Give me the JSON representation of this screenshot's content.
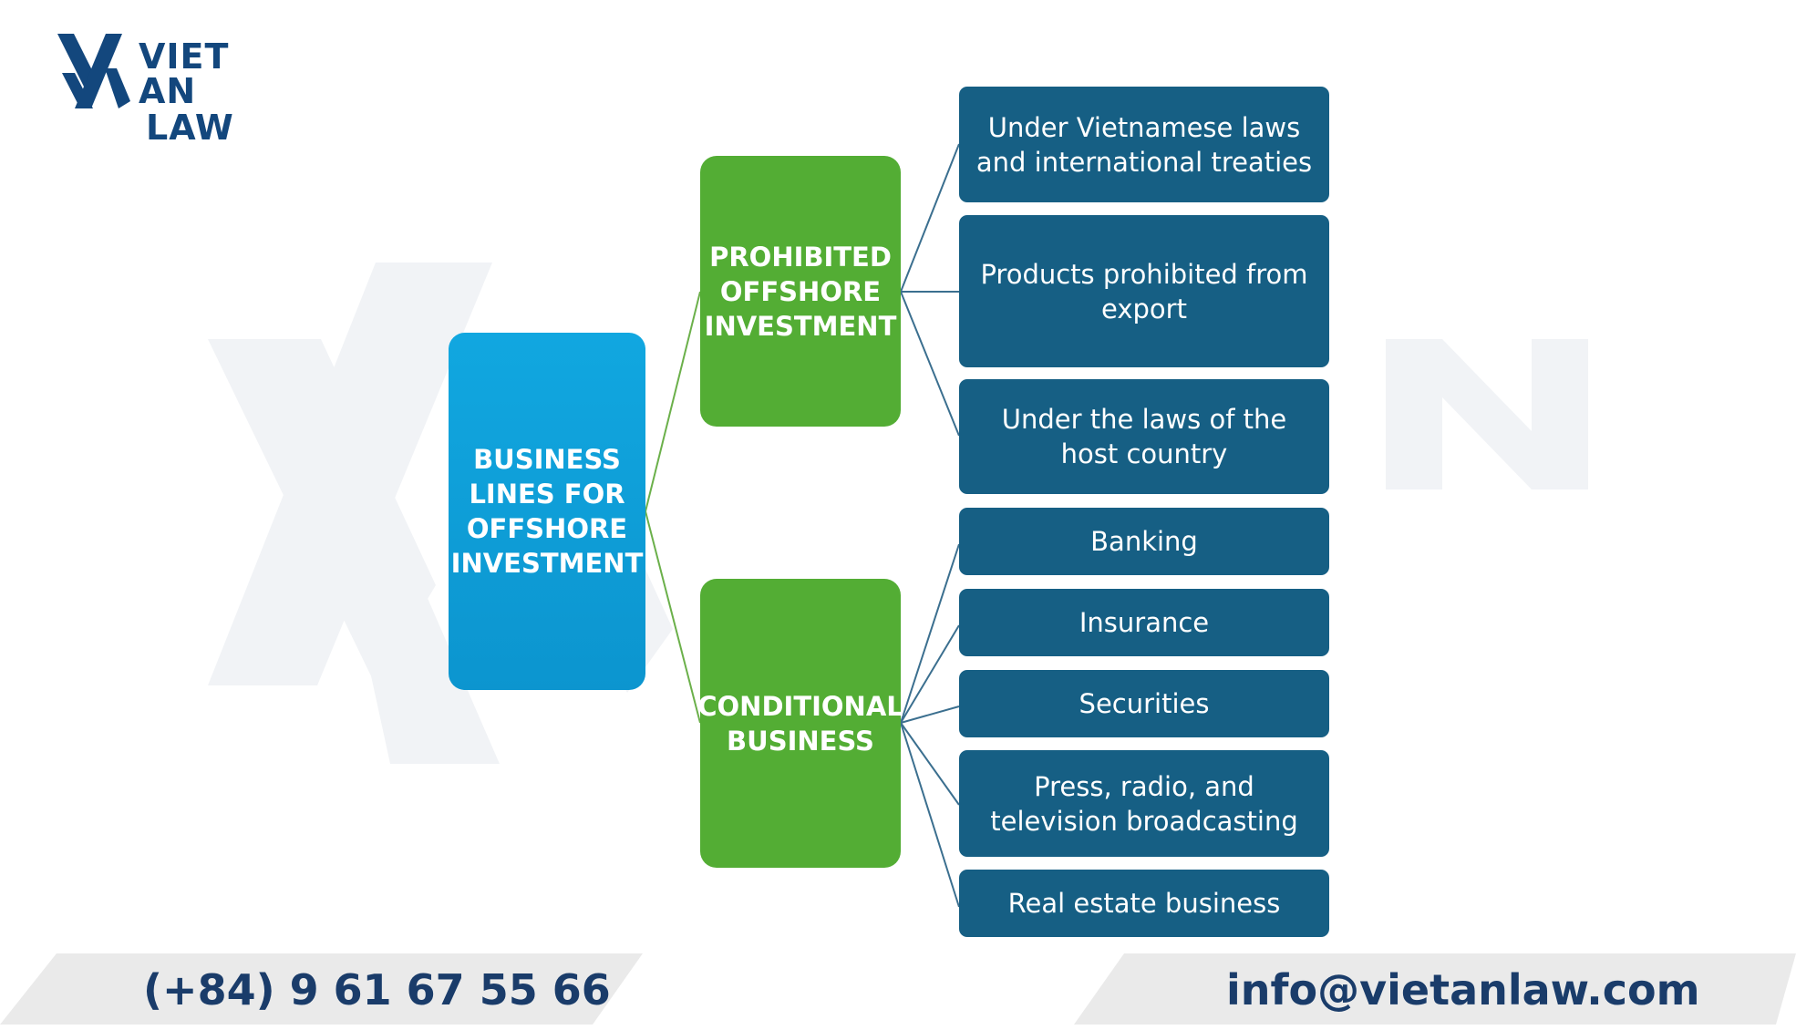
{
  "brand": {
    "name_line1": "VIET AN",
    "name_line2": "LAW",
    "primary_color": "#13477d"
  },
  "diagram": {
    "root": "BUSINESS LINES FOR OFFSHORE INVESTMENT",
    "categories": [
      {
        "label": "PROHIBITED OFFSHORE INVESTMENT",
        "items": [
          "Under Vietnamese laws and international treaties",
          "Products prohibited from export",
          "Under the laws of the host country"
        ]
      },
      {
        "label": "CONDITIONAL BUSINESS",
        "items": [
          "Banking",
          "Insurance",
          "Securities",
          "Press, radio, and television broadcasting",
          "Real estate business"
        ]
      }
    ],
    "colors": {
      "root": "#0f9fd9",
      "category": "#53ad34",
      "item": "#165f84",
      "connector_green": "#6bb04a",
      "connector_blue": "#3b6f8f"
    }
  },
  "footer": {
    "phone": "(+84) 9 61 67 55 66",
    "email": "info@vietanlaw.com"
  }
}
